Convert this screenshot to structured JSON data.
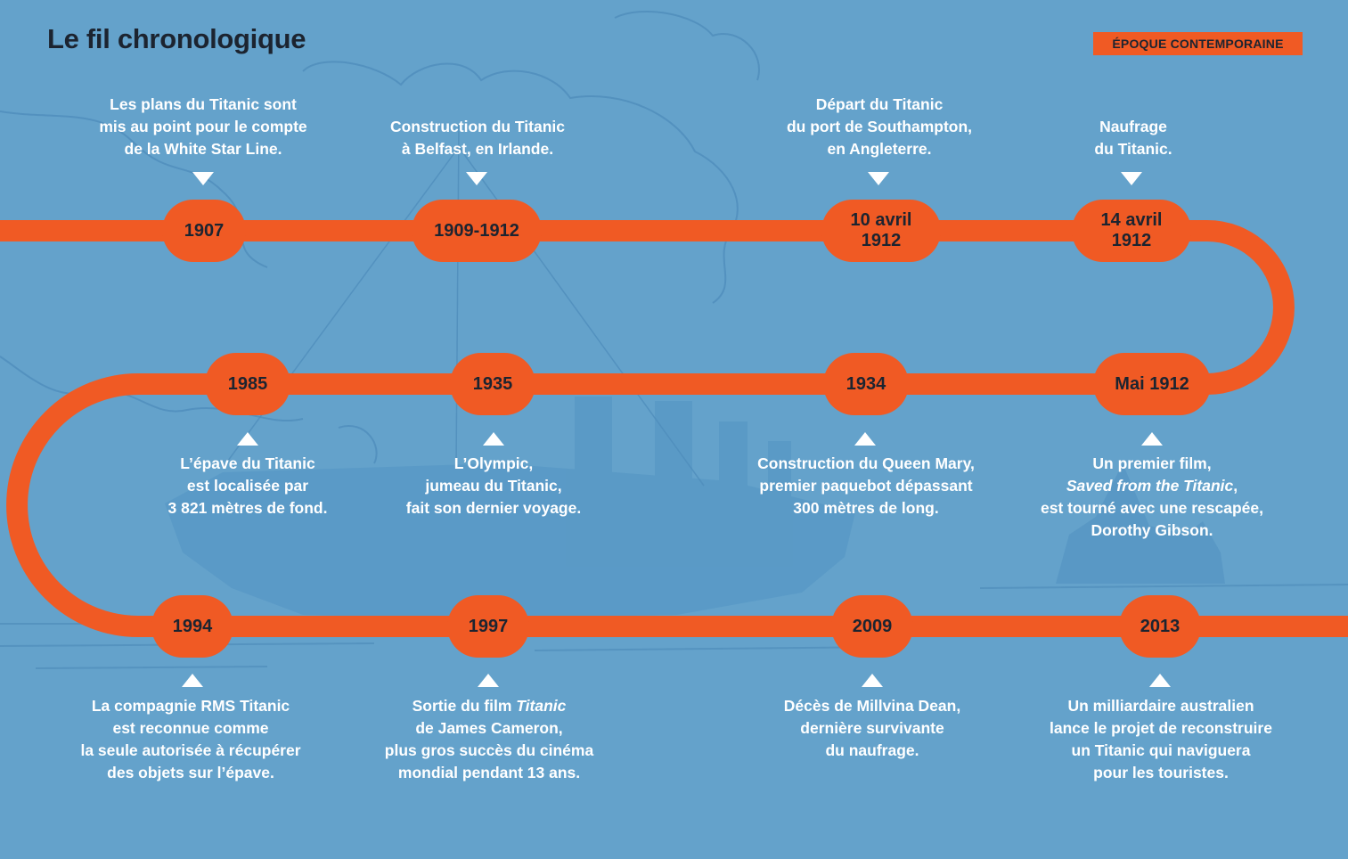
{
  "header": {
    "title": "Le fil chronologique",
    "badge": "ÉPOQUE CONTEMPORAINE"
  },
  "colors": {
    "background": "#64a2cb",
    "track": "#f05a24",
    "text_dark": "#1c2430",
    "caption": "#ffffff"
  },
  "events": [
    {
      "date": "1907",
      "text": "Les plans du Titanic sont\nmis au point pour le compte\nde la White Star Line."
    },
    {
      "date": "1909-1912",
      "text": "Construction du Titanic\nà Belfast, en Irlande."
    },
    {
      "date": "10 avril\n1912",
      "text": "Départ du Titanic\ndu port de Southampton,\nen Angleterre."
    },
    {
      "date": "14 avril\n1912",
      "text": "Naufrage\ndu Titanic."
    },
    {
      "date": "Mai 1912",
      "text": "Un premier film,\nSaved from the Titanic,\nest tourné avec une rescapée,\nDorothy Gibson."
    },
    {
      "date": "1934",
      "text": "Construction du Queen Mary,\npremier paquebot dépassant\n300 mètres de long."
    },
    {
      "date": "1935",
      "text": "L’Olympic,\njumeau du Titanic,\nfait son dernier voyage."
    },
    {
      "date": "1985",
      "text": "L’épave du Titanic\nest localisée par\n3 821 mètres de fond."
    },
    {
      "date": "1994",
      "text": "La compagnie RMS Titanic\nest reconnue comme\nla seule autorisée à récupérer\ndes objets sur l’épave."
    },
    {
      "date": "1997",
      "text": "Sortie du film Titanic\nde James Cameron,\nplus gros succès du cinéma\nmondial pendant 13 ans."
    },
    {
      "date": "2009",
      "text": "Décès de Millvina Dean,\ndernière survivante\ndu naufrage."
    },
    {
      "date": "2013",
      "text": "Un milliardaire australien\nlance le projet de reconstruire\nun Titanic qui naviguera\npour les touristes."
    }
  ]
}
